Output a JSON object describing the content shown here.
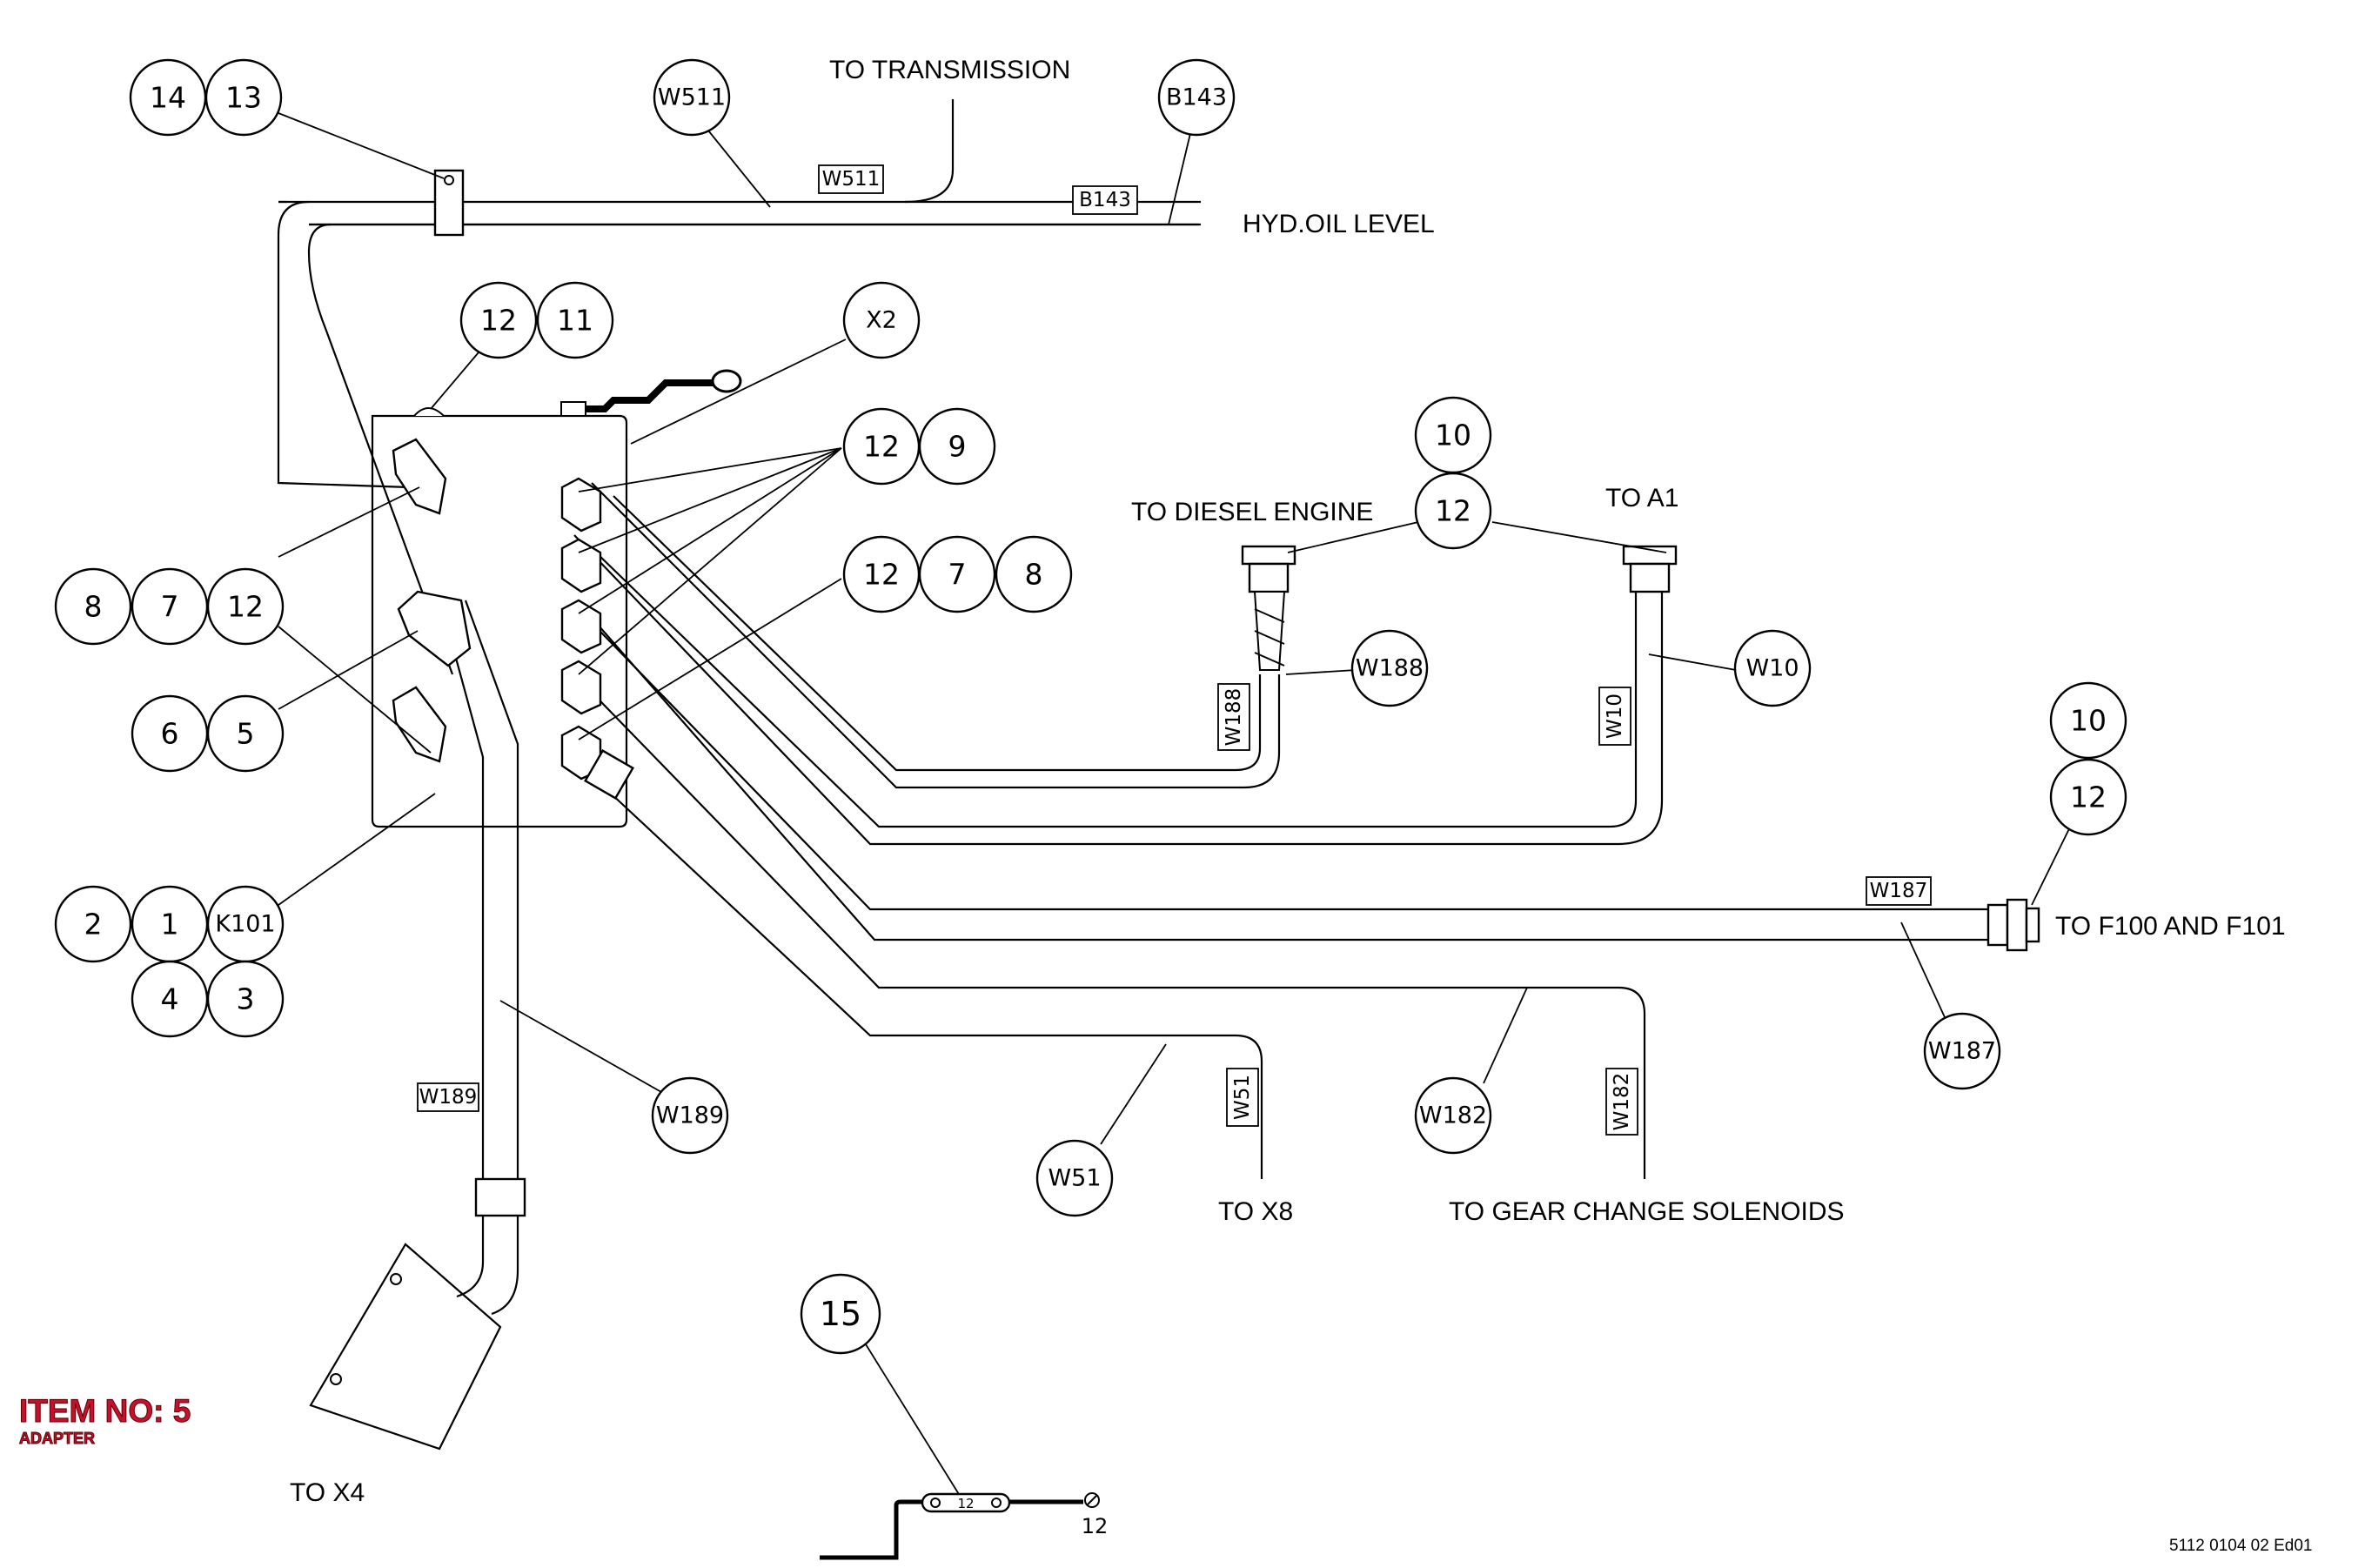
{
  "labels": {
    "to_transmission": "TO  TRANSMISSION",
    "hyd_oil_level": "HYD.OIL LEVEL",
    "to_diesel_engine": "TO DIESEL ENGINE",
    "to_a1": "TO A1",
    "to_f100_f101": "TO F100 AND F101",
    "to_x8": "TO X8",
    "to_gear_change": "TO GEAR CHANGE SOLENOIDS",
    "to_x4": "TO X4"
  },
  "item": {
    "title": "ITEM NO: 5",
    "subtitle": "ADAPTER"
  },
  "doc_number": "5112 0104 02 Ed01",
  "detail_label": "12",
  "tags": {
    "w511": "W511",
    "b143": "B143",
    "w188": "W188",
    "w10": "W10",
    "w187": "W187",
    "w189": "W189",
    "w51": "W51",
    "w182": "W182"
  },
  "bubbles": {
    "b14": "14",
    "b13": "13",
    "bw511": "W511",
    "bb143": "B143",
    "b12a": "12",
    "b11": "11",
    "bx2": "X2",
    "b12b": "12",
    "b9": "9",
    "b12c": "12",
    "b7a": "7",
    "b8a": "8",
    "b10a": "10",
    "b12d": "12",
    "b8b": "8",
    "b7b": "7",
    "b12e": "12",
    "b6": "6",
    "b5": "5",
    "b2": "2",
    "b1": "1",
    "bk101": "K101",
    "b4": "4",
    "b3": "3",
    "bw188": "W188",
    "bw10": "W10",
    "b10b": "10",
    "b12f": "12",
    "bw187": "W187",
    "bw189": "W189",
    "bw182": "W182",
    "bw51": "W51",
    "b15": "15"
  },
  "colors": {
    "item_label": "#c8102e",
    "line": "#000000",
    "background": "#ffffff"
  }
}
